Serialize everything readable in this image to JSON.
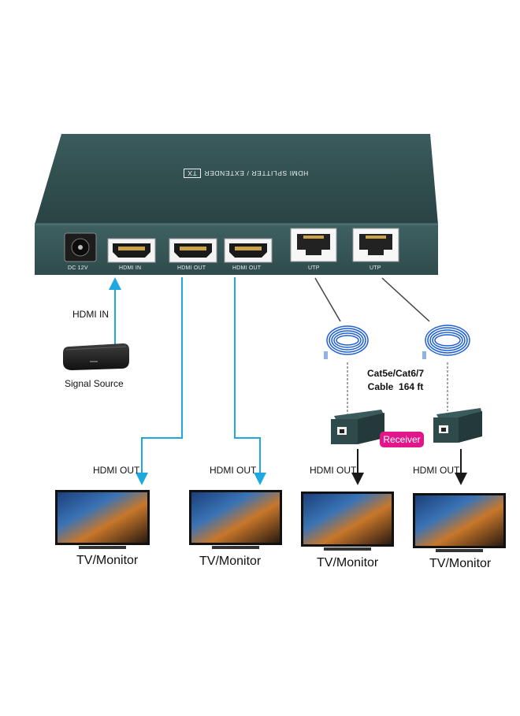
{
  "device": {
    "title": "HDMI SPLITTER / EXTENDER",
    "badge": "TX",
    "ports": {
      "dc": "DC 12V",
      "hdmi_in": "HDMI IN",
      "hdmi_out_1": "HDMI OUT",
      "hdmi_out_2": "HDMI OUT",
      "utp_1": "UTP",
      "utp_2": "UTP"
    },
    "colors": {
      "body": "#2e4a4a",
      "front": "#3a5a5b",
      "arrow": "#1da8e0"
    }
  },
  "source": {
    "connection_label": "HDMI IN",
    "name": "Signal Source"
  },
  "cable": {
    "line1": "Cat5e/Cat6/7",
    "line2": "Cable  164 ft"
  },
  "receiver": {
    "label": "Receiver",
    "color": "#e0168a"
  },
  "outputs": [
    {
      "connection_label": "HDMI OUT",
      "display_label": "TV/Monitor"
    },
    {
      "connection_label": "HDMI OUT",
      "display_label": "TV/Monitor"
    },
    {
      "connection_label": "HDMI OUT",
      "display_label": "TV/Monitor"
    },
    {
      "connection_label": "HDMI OUT",
      "display_label": "TV/Monitor"
    }
  ]
}
